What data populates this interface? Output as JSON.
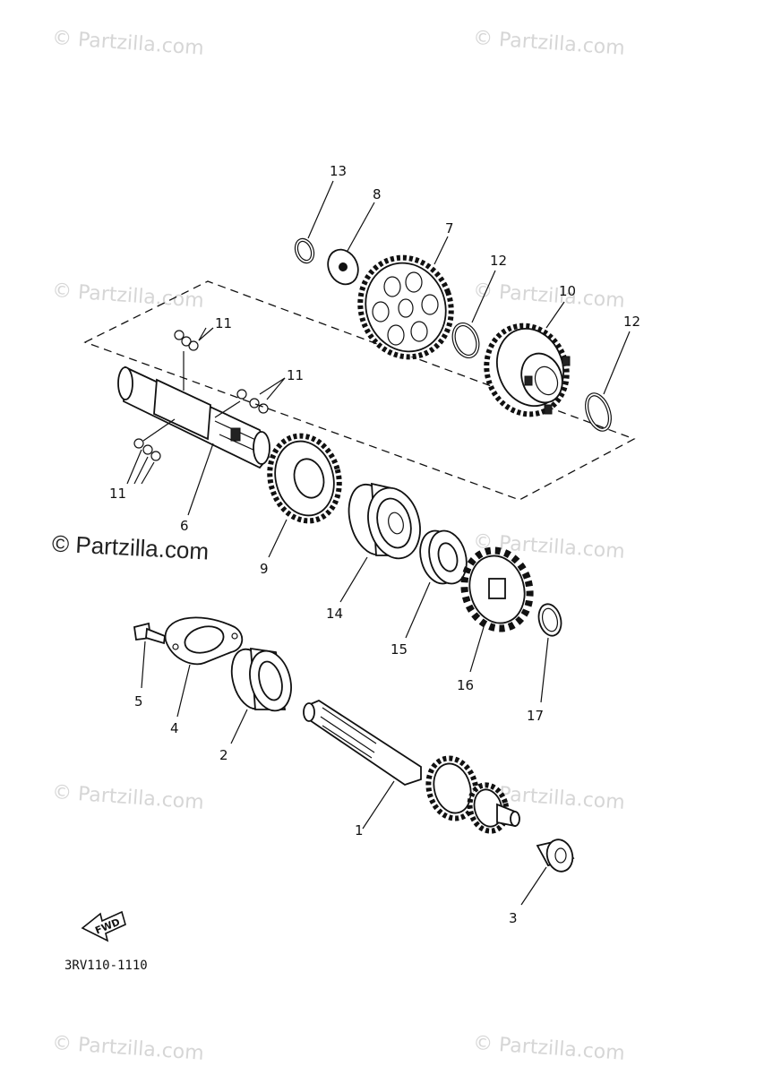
{
  "watermark": {
    "text": "© Partzilla.com",
    "main_text": "© Partzilla.com"
  },
  "diagram_code": "3RV110-1110",
  "fwd_label": "FWD",
  "callouts": {
    "c1": "1",
    "c2": "2",
    "c3": "3",
    "c4": "4",
    "c5": "5",
    "c6": "6",
    "c7": "7",
    "c8": "8",
    "c9": "9",
    "c10": "10",
    "c11a": "11",
    "c11b": "11",
    "c11c": "11",
    "c12a": "12",
    "c12b": "12",
    "c13": "13",
    "c14": "14",
    "c15": "15",
    "c16": "16",
    "c17": "17"
  }
}
